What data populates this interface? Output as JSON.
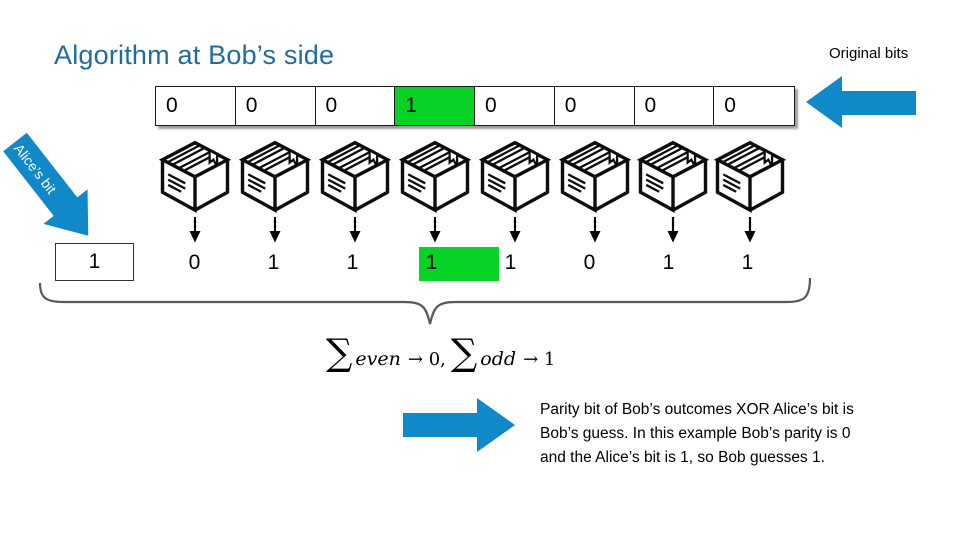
{
  "slide": {
    "title": "Algorithm at Bob’s side",
    "original_bits": {
      "label": "Original bits",
      "cells": [
        "0",
        "0",
        "0",
        "1",
        "0",
        "0",
        "0",
        "0"
      ],
      "highlight_index": 3
    },
    "alice": {
      "arrow_label": "Alice’s bit",
      "bit": "1"
    },
    "outcomes": {
      "cells": [
        "0",
        "1",
        "1",
        "1",
        "1",
        "0",
        "1",
        "1"
      ],
      "highlight_index": 3
    },
    "formula": {
      "sum_even": "∑",
      "even": "even",
      "even_maps": "→ 0,",
      "sum_odd": "∑",
      "odd": "odd",
      "odd_maps": "→ 1"
    },
    "explanation": "Parity bit of Bob’s outcomes XOR Alice’s bit is Bob’s guess. In this example Bob’s parity is 0 and the Alice’s bit is 1, so Bob guesses 1.",
    "icons": {
      "package": "package-icon",
      "down_arrow": "down-arrow-icon",
      "left_arrow": "left-arrow-icon",
      "right_arrow": "right-arrow-icon",
      "diagonal_arrow": "alices-bit-arrow-icon",
      "underbrace": "underbrace"
    },
    "colors": {
      "accent_blue": "#1189C9",
      "highlight_green": "#06D326",
      "title_blue": "#1F6D9E",
      "brace_gray": "#595959"
    }
  }
}
